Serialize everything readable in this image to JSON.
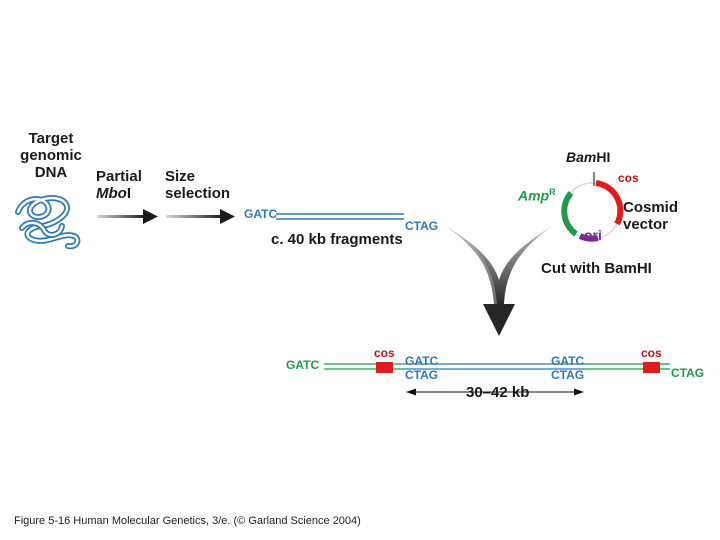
{
  "target": {
    "line1": "Target",
    "line2": "genomic",
    "line3": "DNA"
  },
  "step1": {
    "line1": "Partial",
    "line2_em": "Mbo",
    "line2_rest": "I"
  },
  "step2": {
    "line1": "Size",
    "line2": "selection"
  },
  "fragment": {
    "left_end": "GATC",
    "right_end": "CTAG",
    "label": "c. 40 kb fragments"
  },
  "vector": {
    "site_em": "Bam",
    "site_rest": "HI",
    "cos": "cos",
    "amp_em": "Amp",
    "amp_sup": "R",
    "ori": "ori",
    "name1": "Cosmid",
    "name2": "vector",
    "cut_label": "Cut with BamHI"
  },
  "product": {
    "left_gatc": "GATC",
    "left_cos": "cos",
    "inner_left_top": "GATC",
    "inner_left_bottom": "CTAG",
    "inner_right_top": "GATC",
    "inner_right_bottom": "CTAG",
    "right_cos": "cos",
    "right_ctag": "CTAG",
    "size_label": "30–42 kb"
  },
  "caption": "Figure 5-16  Human Molecular Genetics, 3/e.  (© Garland Science 2004)",
  "colors": {
    "blue_dna": "#2f79b5",
    "green_dna": "#1f9a4a",
    "red_cos": "#e01b1b",
    "purple_ori": "#7b2b93",
    "text": "#1a1a1a"
  }
}
